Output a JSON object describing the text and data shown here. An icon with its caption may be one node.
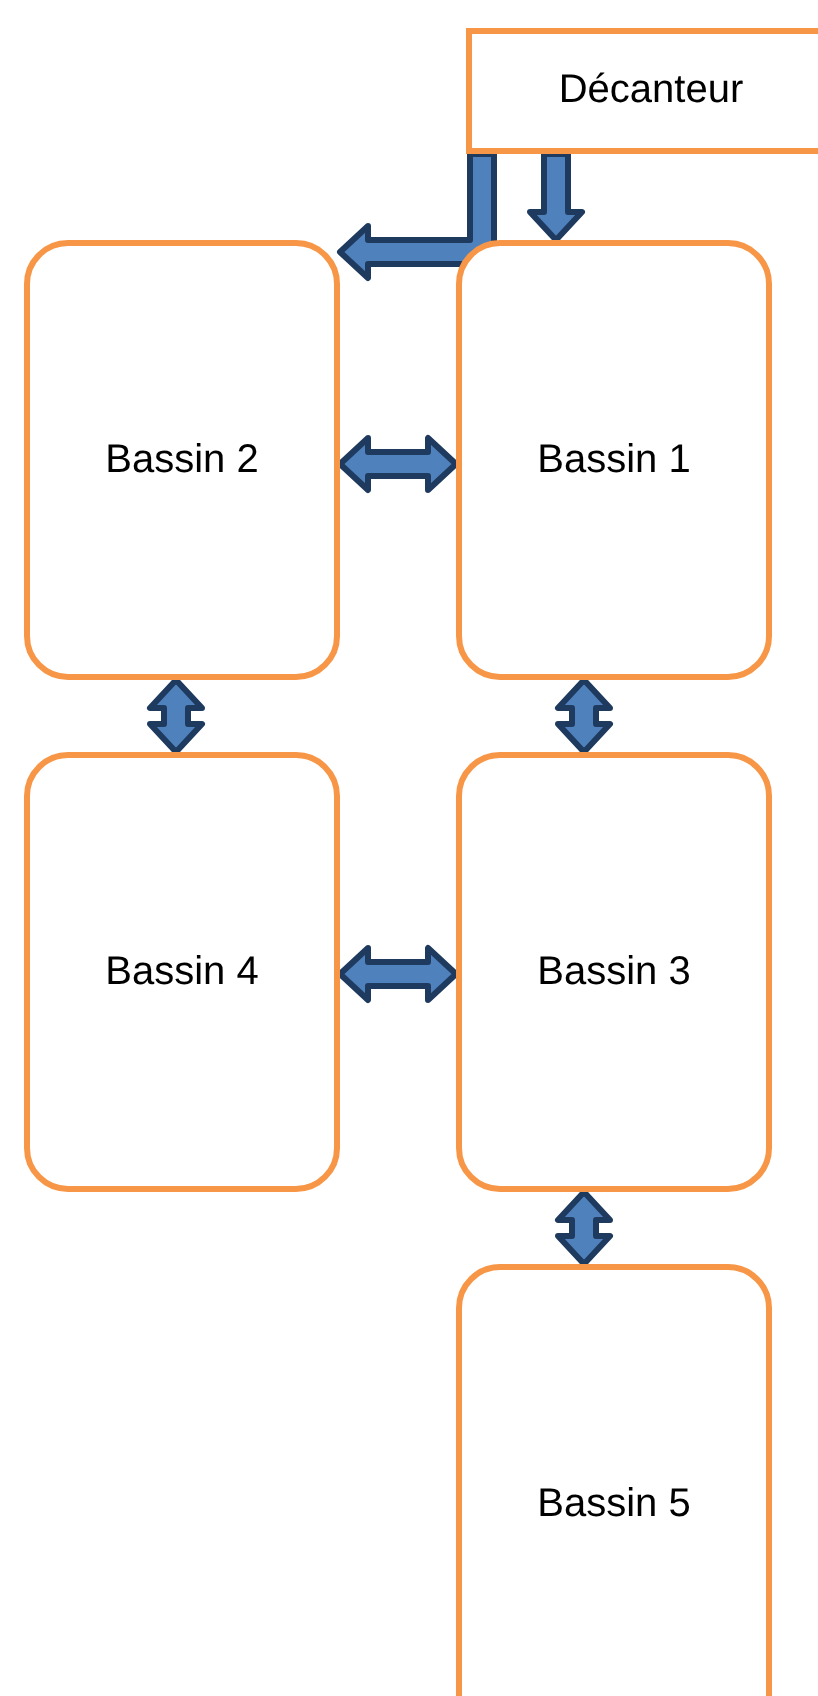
{
  "diagram": {
    "nodes": [
      {
        "text": [
          "Décanteur"
        ]
      },
      {
        "text": [
          "Bassin 2"
        ]
      },
      {
        "text": [
          "Bassin 1"
        ]
      },
      {
        "text": [
          "Bassin 4"
        ]
      },
      {
        "text": [
          "Bassin 3"
        ]
      },
      {
        "text": [
          "Bassin 5"
        ]
      }
    ],
    "edges": [
      {
        "from": 0,
        "to": 2,
        "arrow": "to"
      },
      {
        "from": 0,
        "to": 1,
        "arrow": "to"
      },
      {
        "from": 1,
        "to": 2,
        "arrow": "both"
      },
      {
        "from": 1,
        "to": 3,
        "arrow": "both"
      },
      {
        "from": 2,
        "to": 4,
        "arrow": "both"
      },
      {
        "from": 3,
        "to": 4,
        "arrow": "both"
      },
      {
        "from": 4,
        "to": 5,
        "arrow": "both"
      }
    ]
  }
}
